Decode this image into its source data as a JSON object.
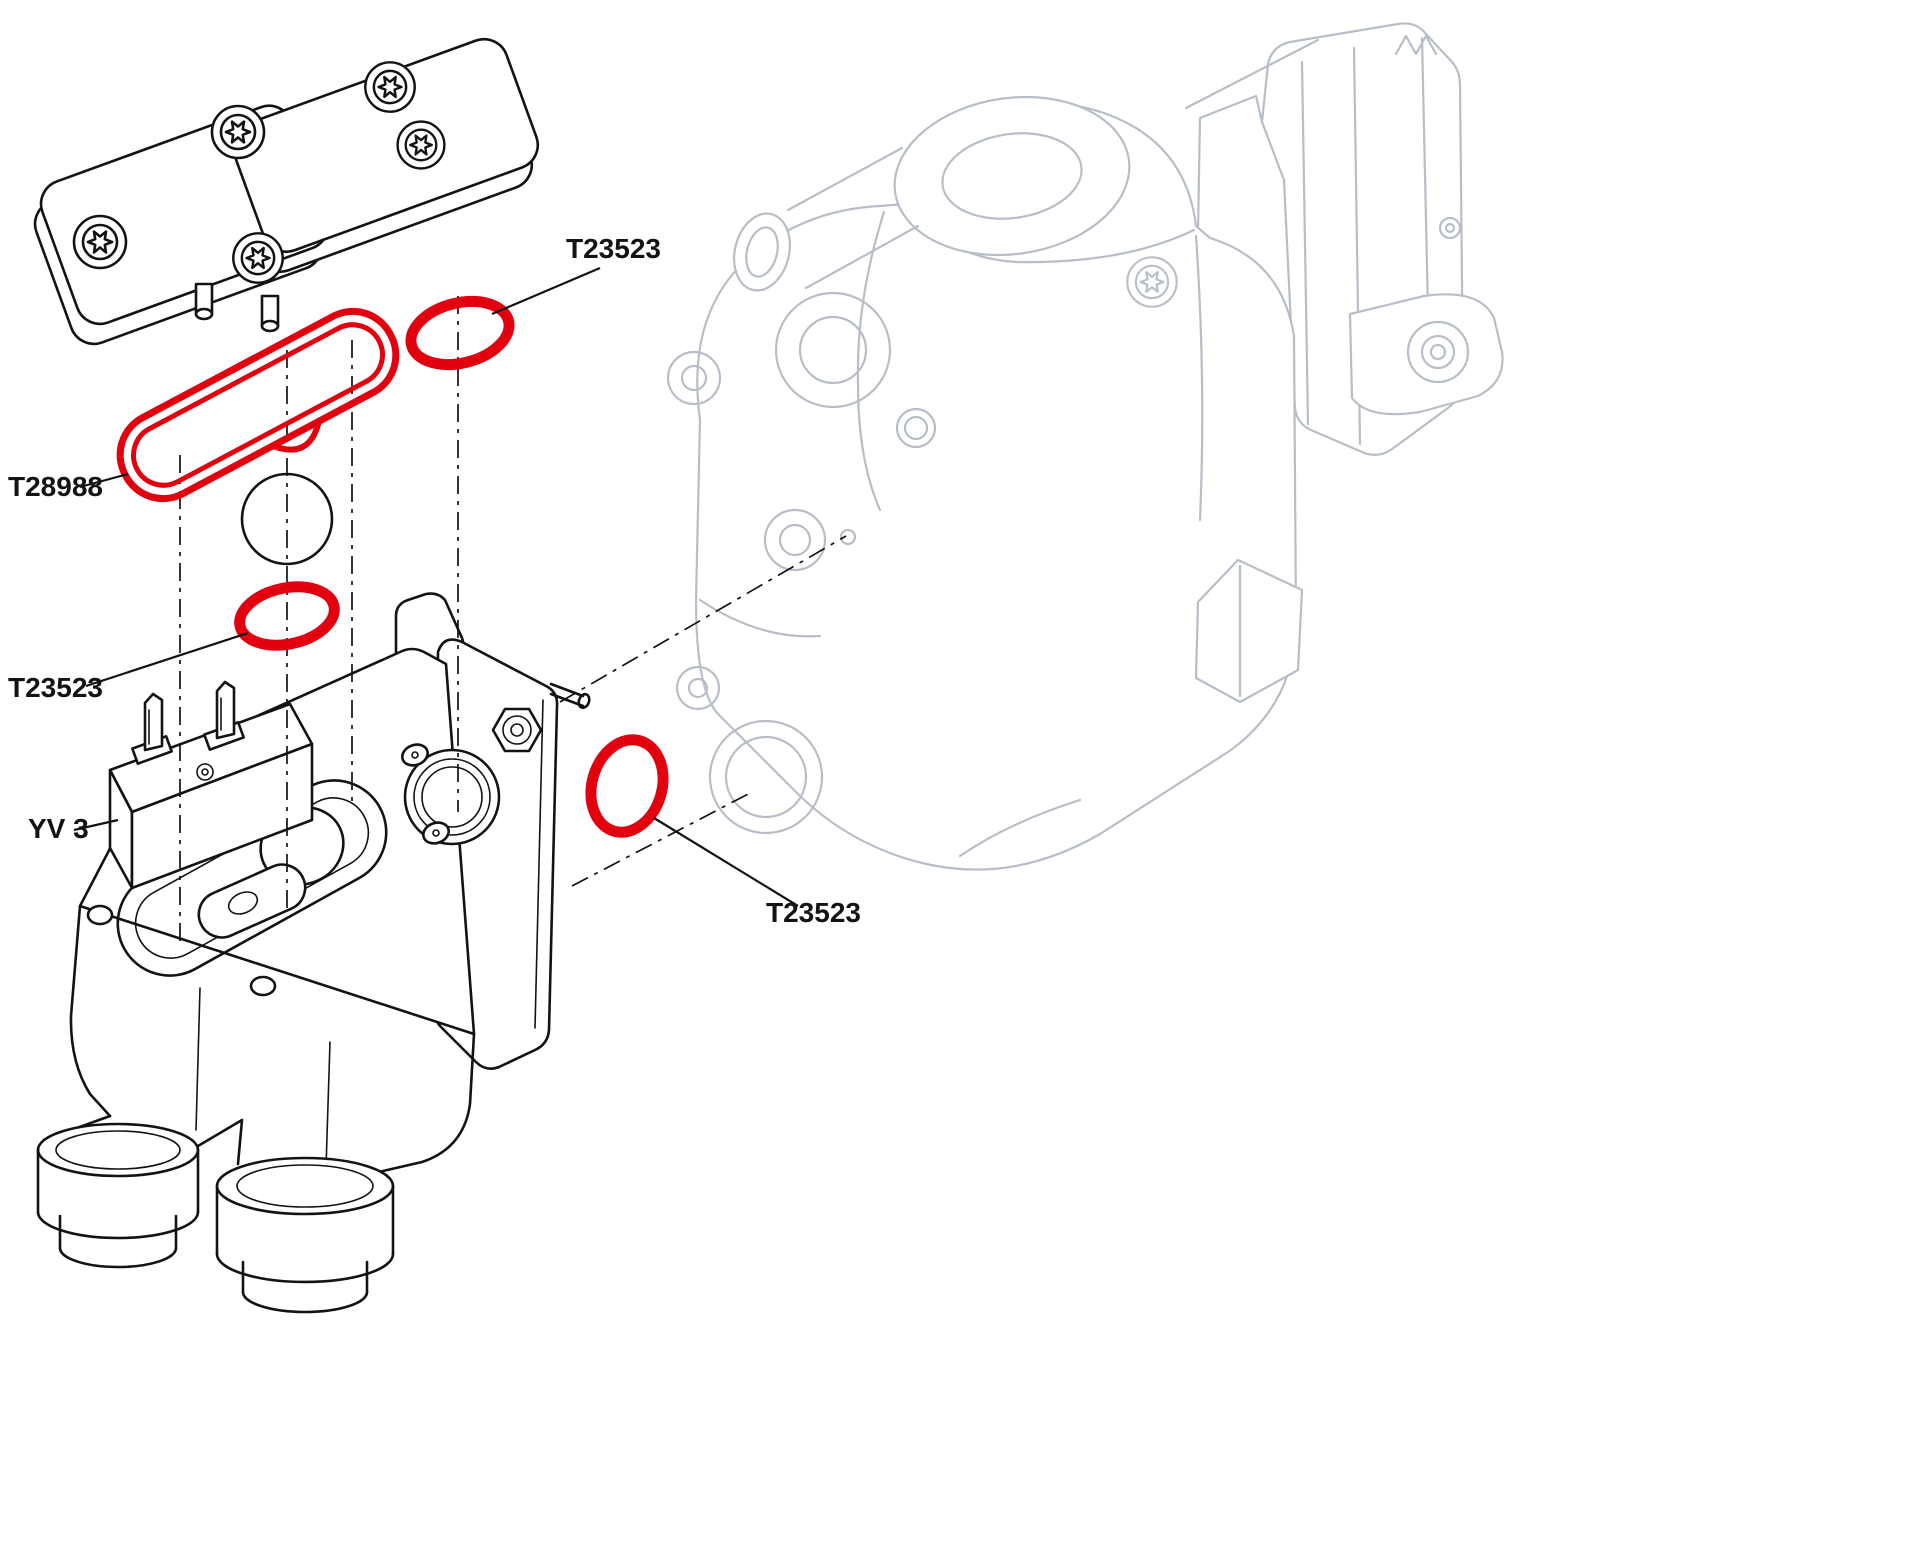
{
  "labels": {
    "oring_top": "T23523",
    "gasket": "T28988",
    "oring_mid": "T23523",
    "solenoid_valve": "YV 3",
    "oring_right": "T23523"
  },
  "colors": {
    "highlight": "#e2000f",
    "line": "#131313",
    "ghost": "#b8bec8",
    "background": "#ffffff"
  }
}
